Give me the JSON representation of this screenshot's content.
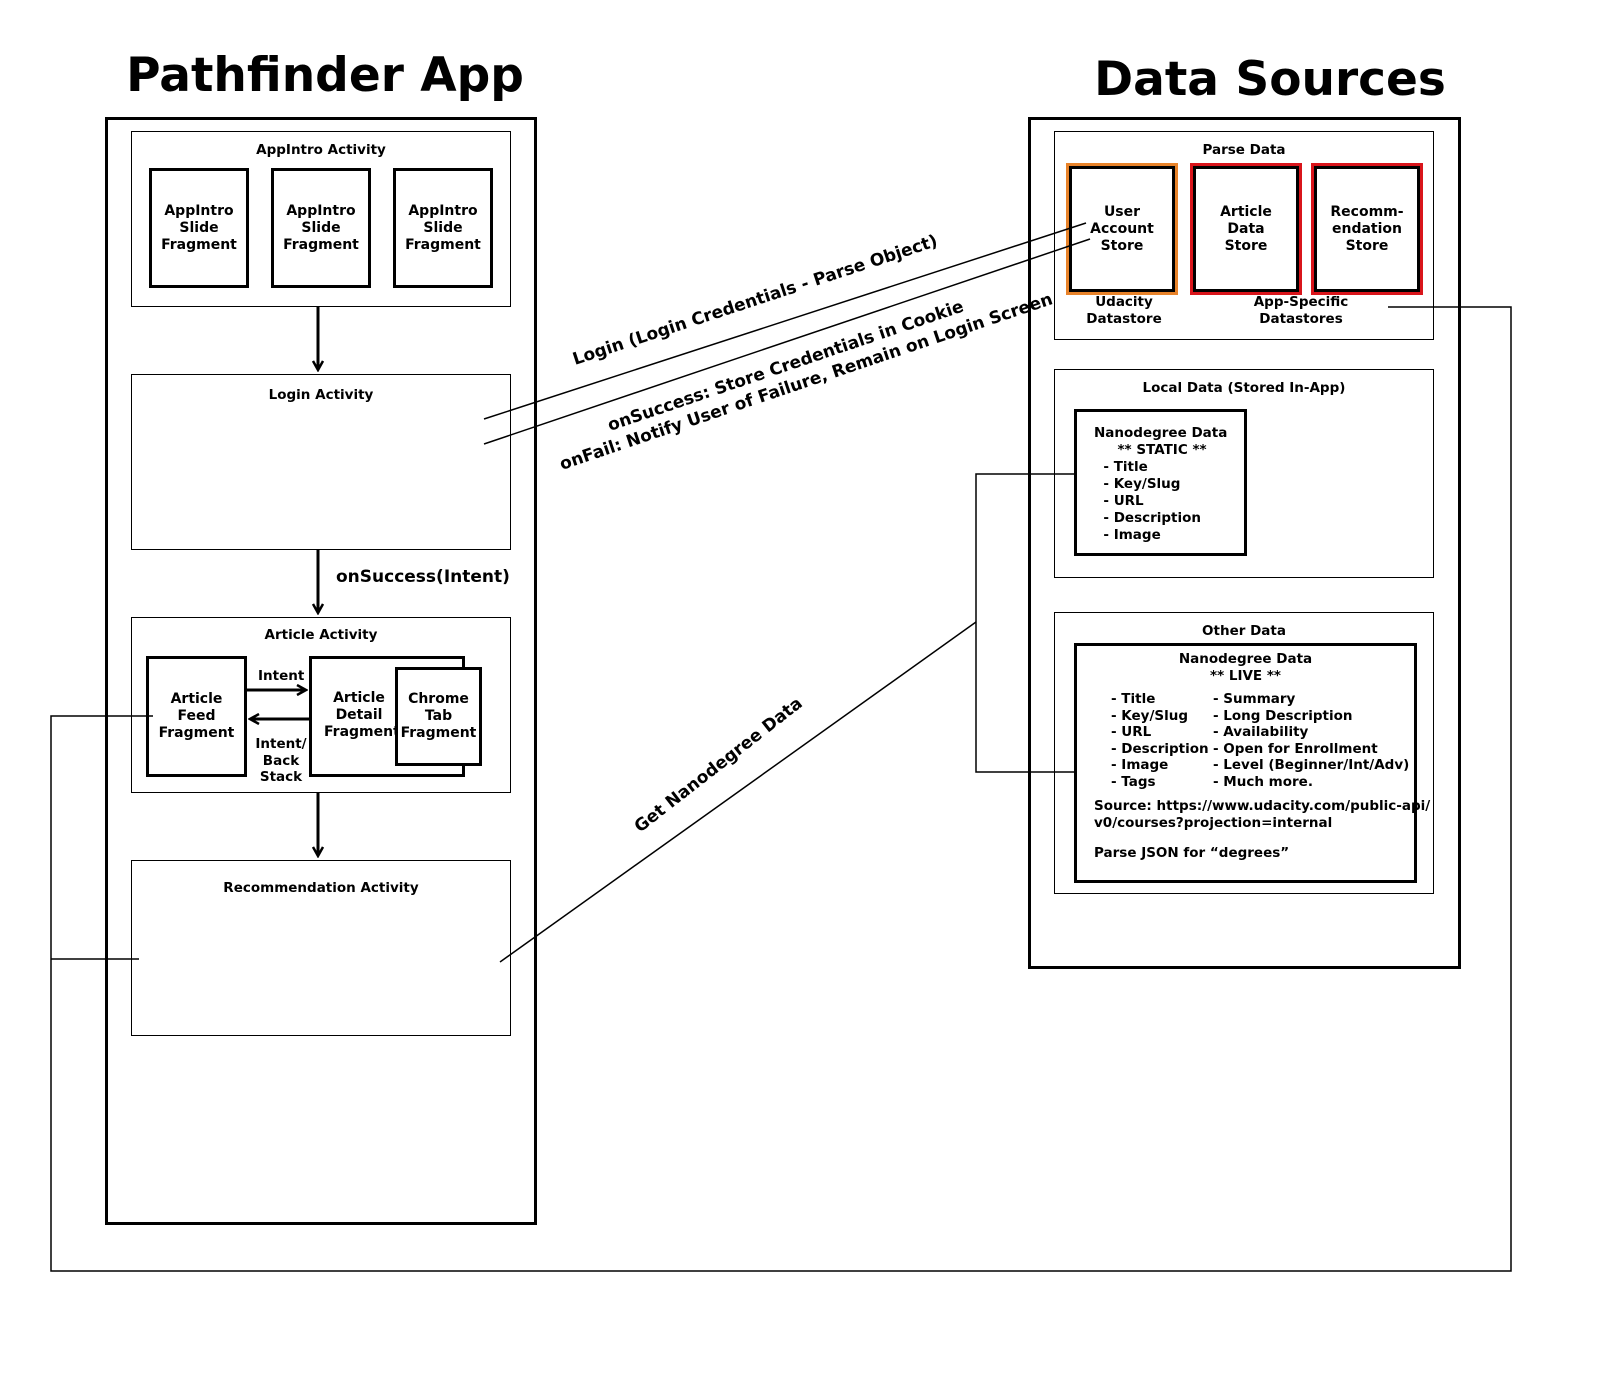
{
  "app": {
    "title": "Pathfinder App",
    "appintro": {
      "title": "AppIntro Activity",
      "slides": [
        "AppIntro\nSlide\nFragment",
        "AppIntro\nSlide\nFragment",
        "AppIntro\nSlide\nFragment"
      ]
    },
    "login": {
      "title": "Login Activity"
    },
    "on_success_intent": "onSuccess(Intent)",
    "article": {
      "title": "Article Activity",
      "feed": "Article\nFeed\nFragment",
      "detail": "Article\nDetail\nFragment",
      "chrome": "Chrome\nTab\nFragment",
      "intent_label": "Intent",
      "back_label": "Intent/\nBack\nStack"
    },
    "recommendation": {
      "title": "Recommendation Activity"
    }
  },
  "sources": {
    "title": "Data Sources",
    "parse": {
      "title": "Parse Data",
      "user_store": "User\nAccount\nStore",
      "article_store": "Article\nData\nStore",
      "recommendation_store": "Recomm-\nendation\nStore",
      "udacity_label": "Udacity\nDatastore",
      "app_specific_label": "App-Specific\nDatastores",
      "colors": {
        "user_store_border": "#e8832a",
        "app_store_border": "#d9151b"
      }
    },
    "local": {
      "title": "Local Data (Stored In-App)",
      "content": "Nanodegree Data\n     ** STATIC **\n  - Title\n  - Key/Slug\n  - URL\n  - Description\n  - Image"
    },
    "other": {
      "title": "Other Data",
      "heading": "Nanodegree Data\n** LIVE **",
      "col1": "- Title\n- Key/Slug\n- URL\n- Description\n- Image\n- Tags",
      "col2": "- Summary\n- Long Description\n- Availability\n- Open for Enrollment\n- Level (Beginner/Int/Adv)\n- Much more.",
      "source": "Source: https://www.udacity.com/public-api/\nv0/courses?projection=internal",
      "parse_note": "Parse JSON for “degrees”"
    }
  },
  "edges": {
    "login": "Login (Login Credentials - Parse Object)",
    "on_success": "onSuccess: Store Credentials in Cookie",
    "on_fail": "onFail: Notify User of Failure, Remain on Login Screen",
    "get_nanodegree": "Get Nanodegree Data"
  }
}
